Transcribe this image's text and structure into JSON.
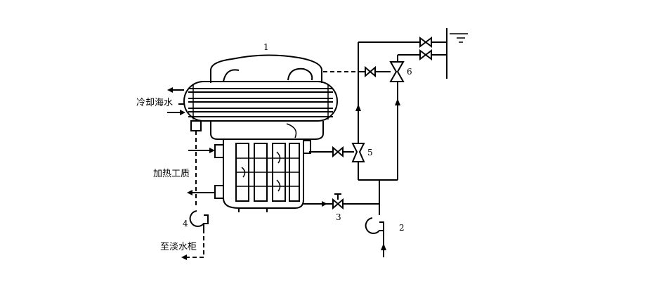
{
  "labels": {
    "cooling_seawater": "冷却海水",
    "heating_medium": "加热工质",
    "to_fresh_water_tank": "至淡水柜"
  },
  "numbers": {
    "n1": "1",
    "n2": "2",
    "n3": "3",
    "n4": "4",
    "n5": "5",
    "n6": "6"
  }
}
